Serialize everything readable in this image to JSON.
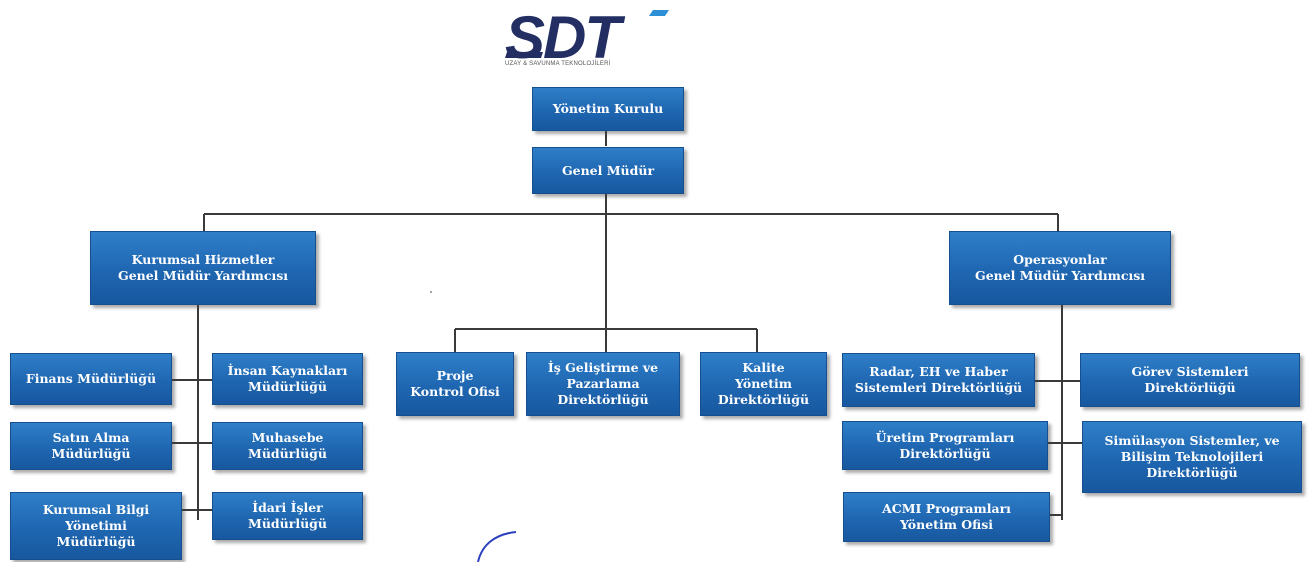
{
  "logo": {
    "text": "SDT",
    "tagline": "UZAY & SAVUNMA TEKNOLOJİLERİ"
  },
  "org": {
    "board": "Yönetim Kurulu",
    "gm": "Genel Müdür",
    "left_vp": {
      "line1": "Kurumsal Hizmetler",
      "line2": "Genel Müdür Yardımcısı"
    },
    "right_vp": {
      "line1": "Operasyonlar",
      "line2": "Genel Müdür Yardımcısı"
    },
    "finance": "Finans Müdürlüğü",
    "hr": {
      "line1": "İnsan Kaynakları",
      "line2": "Müdürlüğü"
    },
    "purchasing": {
      "line1": "Satın Alma",
      "line2": "Müdürlüğü"
    },
    "accounting": {
      "line1": "Muhasebe",
      "line2": "Müdürlüğü"
    },
    "corp_info": {
      "line1": "Kurumsal Bilgi",
      "line2": "Yönetimi",
      "line3": "Müdürlüğü"
    },
    "admin": {
      "line1": "İdari İşler",
      "line2": "Müdürlüğü"
    },
    "pco": {
      "line1": "Proje",
      "line2": "Kontrol Ofisi"
    },
    "bizdev": {
      "line1": "İş Geliştirme ve",
      "line2": "Pazarlama",
      "line3": "Direktörlüğü"
    },
    "quality": {
      "line1": "Kalite",
      "line2": "Yönetim",
      "line3": "Direktörlüğü"
    },
    "radar": {
      "line1": "Radar, EH ve Haber",
      "line2": "Sistemleri Direktörlüğü"
    },
    "mission": {
      "line1": "Görev Sistemleri",
      "line2": "Direktörlüğü"
    },
    "production": {
      "line1": "Üretim Programları",
      "line2": "Direktörlüğü"
    },
    "simulation": {
      "line1": "Simülasyon Sistemler, ve",
      "line2": "Bilişim Teknolojileri",
      "line3": "Direktörlüğü"
    },
    "acmi": {
      "line1": "ACMI Programları",
      "line2": "Yönetim Ofisi"
    }
  },
  "colors": {
    "box": "#1f66b1",
    "line": "#3a3a3a",
    "logo_dark": "#232f63",
    "logo_blue": "#2d8fd6"
  }
}
